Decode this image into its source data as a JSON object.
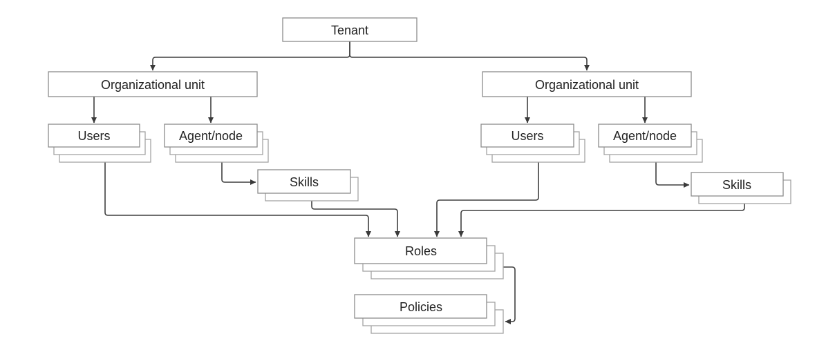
{
  "diagram": {
    "type": "hierarchy-flowchart",
    "description": "Tenant organizational hierarchy with users, agents, skills, roles and policies",
    "nodes": {
      "tenant": {
        "label": "Tenant",
        "stacked": false
      },
      "org_unit_left": {
        "label": "Organizational unit",
        "stacked": false
      },
      "org_unit_right": {
        "label": "Organizational unit",
        "stacked": false
      },
      "users_left": {
        "label": "Users",
        "stacked": true
      },
      "agent_node_left": {
        "label": "Agent/node",
        "stacked": true
      },
      "skills_left": {
        "label": "Skills",
        "stacked": true
      },
      "users_right": {
        "label": "Users",
        "stacked": true
      },
      "agent_node_right": {
        "label": "Agent/node",
        "stacked": true
      },
      "skills_right": {
        "label": "Skills",
        "stacked": true
      },
      "roles": {
        "label": "Roles",
        "stacked": true
      },
      "policies": {
        "label": "Policies",
        "stacked": true
      }
    },
    "edges": [
      {
        "from": "tenant",
        "to": "org_unit_left"
      },
      {
        "from": "tenant",
        "to": "org_unit_right"
      },
      {
        "from": "org_unit_left",
        "to": "users_left"
      },
      {
        "from": "org_unit_left",
        "to": "agent_node_left"
      },
      {
        "from": "agent_node_left",
        "to": "skills_left"
      },
      {
        "from": "org_unit_right",
        "to": "users_right"
      },
      {
        "from": "org_unit_right",
        "to": "agent_node_right"
      },
      {
        "from": "agent_node_right",
        "to": "skills_right"
      },
      {
        "from": "users_left",
        "to": "roles"
      },
      {
        "from": "skills_left",
        "to": "roles"
      },
      {
        "from": "users_right",
        "to": "roles"
      },
      {
        "from": "skills_right",
        "to": "roles"
      },
      {
        "from": "roles",
        "to": "policies"
      }
    ],
    "colors": {
      "background": "#ffffff",
      "box_fill": "#ffffff",
      "box_border": "#8c8c8c",
      "shadow_border": "#a3a3a3",
      "connector": "#3f3f3f",
      "text": "#222222"
    }
  }
}
